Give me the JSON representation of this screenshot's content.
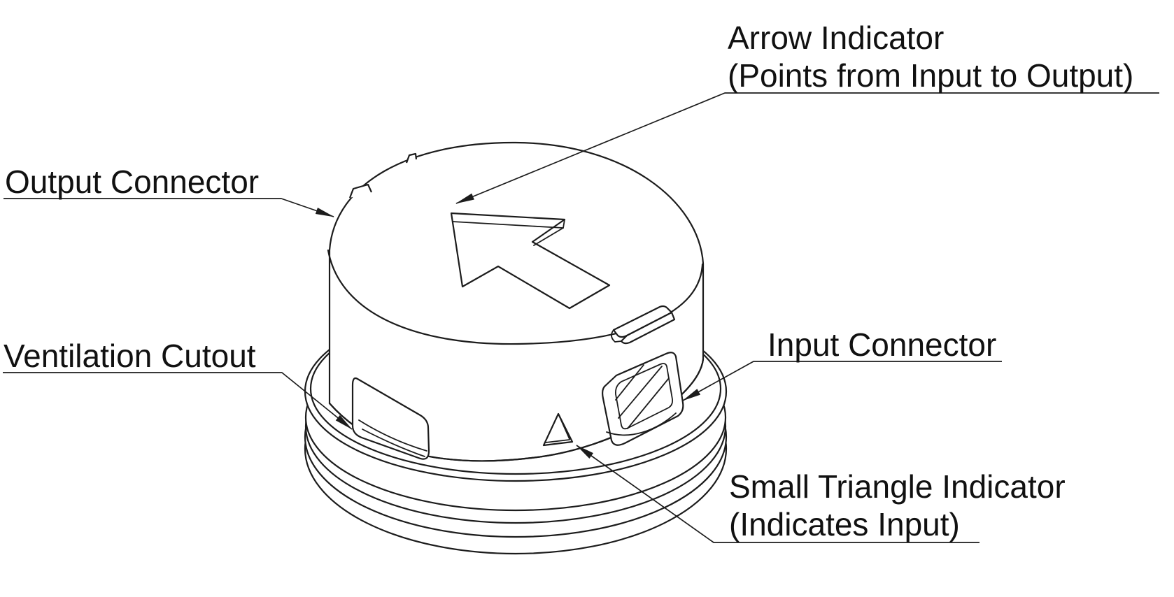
{
  "figure": {
    "background": "#ffffff",
    "line_color": "#1c1c1c",
    "text_color": "#111111",
    "labels": {
      "arrow_indicator_line1": "Arrow Indicator",
      "arrow_indicator_line2": "(Points from Input to Output)",
      "output_connector": "Output Connector",
      "ventilation_cutout": "Ventilation Cutout",
      "input_connector": "Input Connector",
      "small_triangle_line1": "Small Triangle Indicator",
      "small_triangle_line2": "(Indicates Input)"
    },
    "parts": {
      "device": "cylindrical-adapter-isometric-view",
      "marks": [
        "arrow-engraving",
        "output-connector-rim",
        "ventilation-cutout-slot",
        "input-connector-opening",
        "small-triangle-mark",
        "top-groove",
        "ribbed-base-flange"
      ]
    }
  }
}
